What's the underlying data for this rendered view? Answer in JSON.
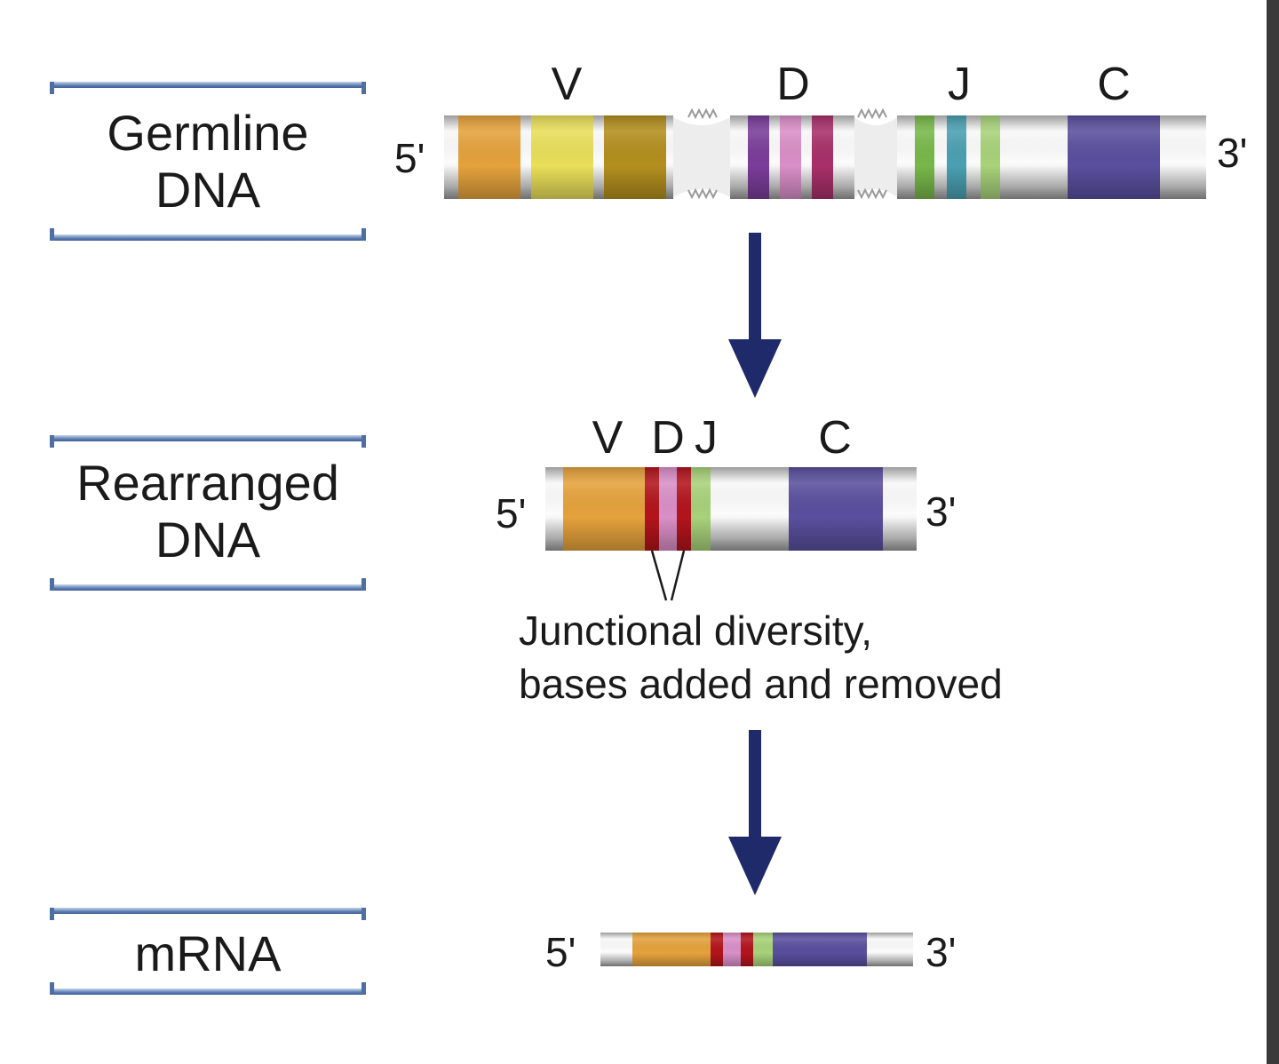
{
  "stages": {
    "germline": {
      "line1": "Germline",
      "line2": "DNA"
    },
    "rearranged": {
      "line1": "Rearranged",
      "line2": "DNA"
    },
    "mrna": {
      "line1": "mRNA"
    }
  },
  "segments": {
    "germline": {
      "v": "V",
      "d": "D",
      "j": "J",
      "c": "C"
    },
    "rearranged": {
      "v": "V",
      "d": "D",
      "j": "J",
      "c": "C"
    }
  },
  "ends": {
    "five": "5'",
    "three": "3'"
  },
  "annotation": {
    "line1": "Junctional diversity,",
    "line2": "bases added and removed"
  },
  "colors": {
    "v_orange": "#e5a23c",
    "v_yellow": "#e9df5a",
    "v_olive": "#b38f1e",
    "d_purple": "#7a3d9a",
    "d_pink": "#d98fc7",
    "d_magenta": "#a8306a",
    "j_green": "#78b84a",
    "j_teal": "#4aa0b2",
    "j_lightgreen": "#a8d27a",
    "c_indigo": "#5a4f9e",
    "junction_red": "#b3141c",
    "arrow_navy": "#1f2a6b",
    "backbone_gray": "#d9d9d9"
  }
}
